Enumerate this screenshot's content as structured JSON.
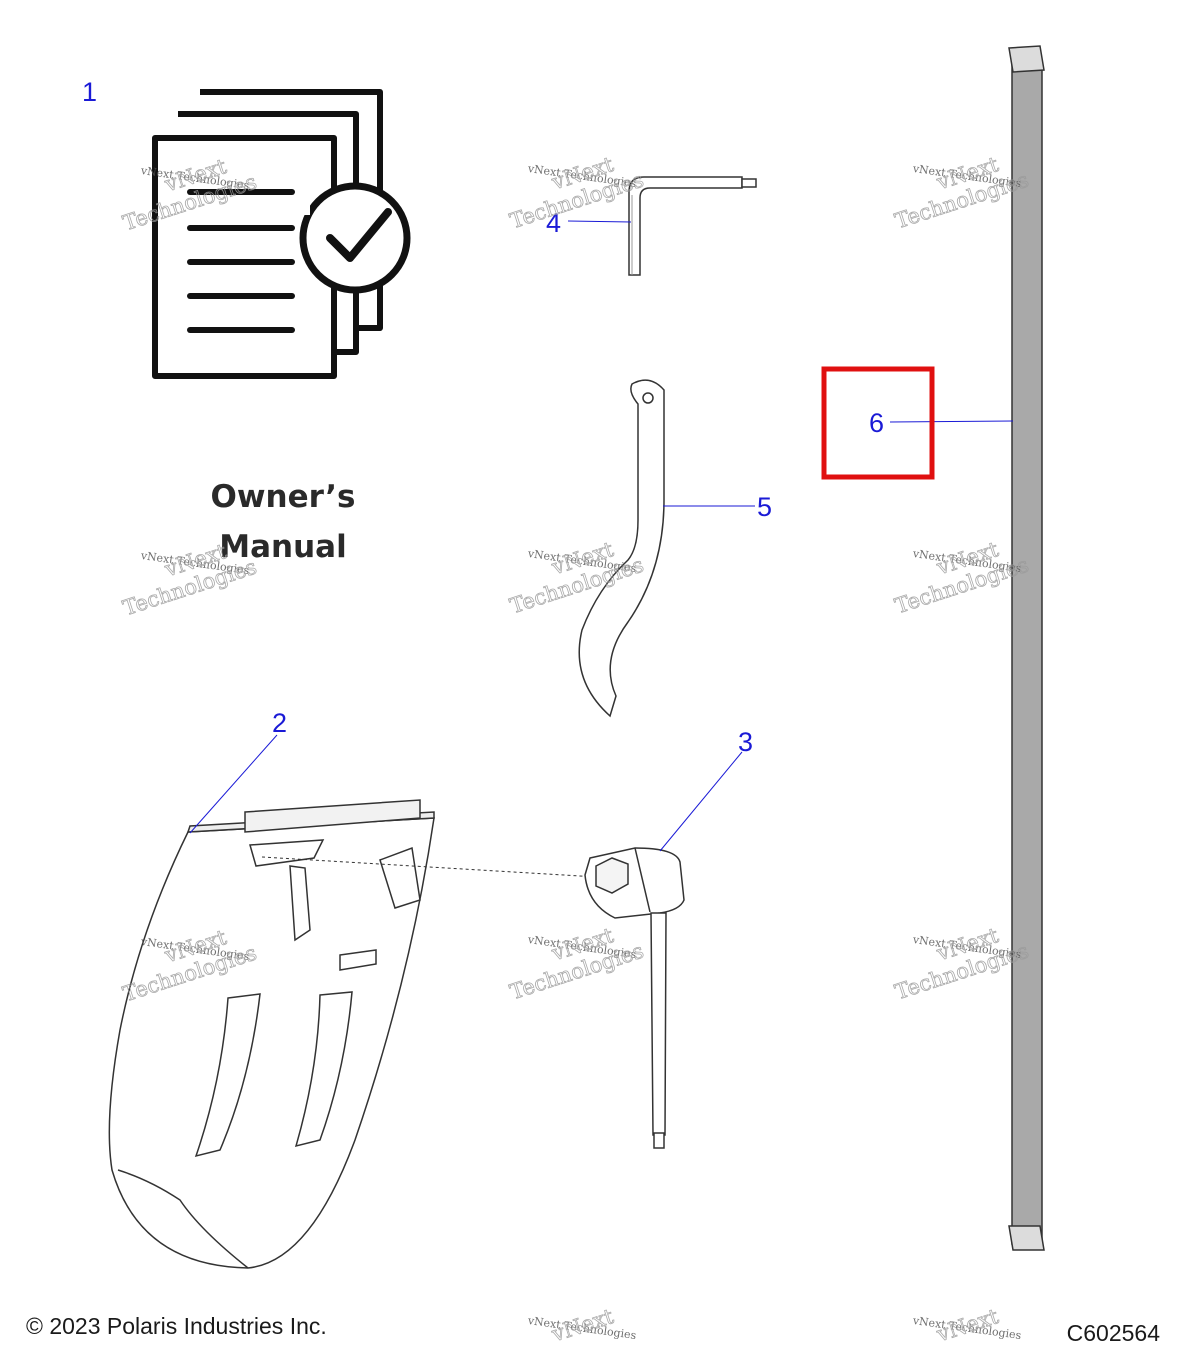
{
  "callouts": [
    {
      "id": "1",
      "label": "1"
    },
    {
      "id": "2",
      "label": "2"
    },
    {
      "id": "3",
      "label": "3"
    },
    {
      "id": "4",
      "label": "4"
    },
    {
      "id": "5",
      "label": "5"
    },
    {
      "id": "6",
      "label": "6"
    }
  ],
  "manual": {
    "line1": "Owner’s",
    "line2": "Manual"
  },
  "watermark": {
    "line1": "vNext Technologies",
    "line2": "vNext",
    "line3": "Technologies"
  },
  "footer": {
    "copyright": "© 2023 Polaris Industries Inc.",
    "code": "C602564"
  },
  "highlight": {
    "color": "#e01010",
    "callout": "6"
  },
  "colors": {
    "callout": "#1a1ad6",
    "strap": "#a9a9a9",
    "outline": "#111111"
  },
  "icons": [
    "document-stack-icon",
    "check-circle-icon"
  ]
}
